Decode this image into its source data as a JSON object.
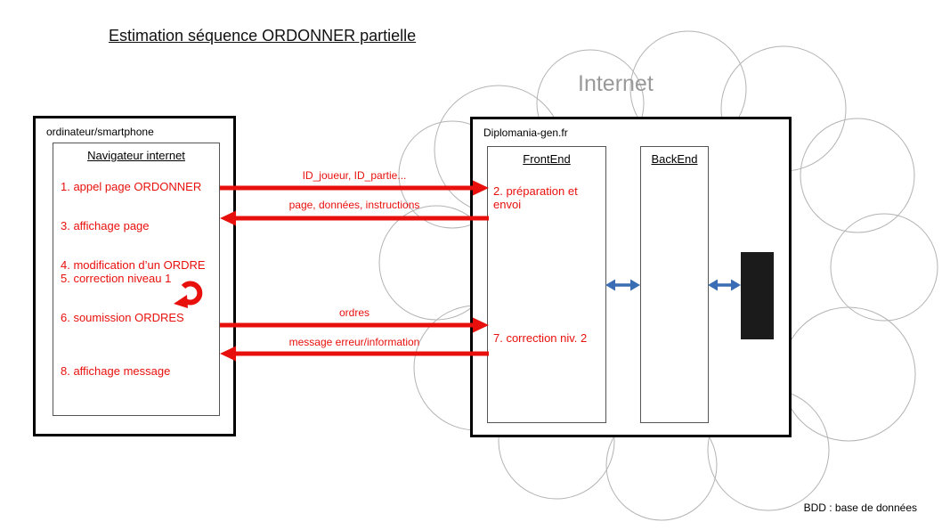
{
  "title": "Estimation séquence ORDONNER partielle",
  "internet": {
    "label": "Internet"
  },
  "client": {
    "label": "ordinateur/smartphone",
    "browser": {
      "title": "Navigateur internet",
      "steps": [
        "1. appel page ORDONNER",
        "3. affichage page",
        "4. modification d’un ORDRE",
        "5. correction niveau 1",
        "6. soumission ORDRES",
        "8. affichage message"
      ]
    }
  },
  "server": {
    "label": "Diplomania-gen.fr",
    "frontend": {
      "title": "FrontEnd",
      "steps": [
        "2. préparation et envoi",
        "7. correction niv. 2"
      ]
    },
    "backend": {
      "title": "BackEnd"
    }
  },
  "messages": [
    {
      "label": "ID_joueur, ID_partie...",
      "direction": "client-to-server"
    },
    {
      "label": "page, données, instructions",
      "direction": "server-to-client"
    },
    {
      "label": "ordres",
      "direction": "client-to-server"
    },
    {
      "label": "message erreur/information",
      "direction": "server-to-client"
    }
  ],
  "icons": {
    "loop_icon": "↻",
    "frontend_backend_link_icon": "↔",
    "backend_database_link_icon": "↔"
  },
  "footnote": "BDD : base de données",
  "colors": {
    "red": "#e8100c",
    "blue": "#3a6db4",
    "cloud-stroke": "#b3b3b3",
    "internet-gray": "#9a9a9a",
    "database-black": "#1b1b1b"
  }
}
